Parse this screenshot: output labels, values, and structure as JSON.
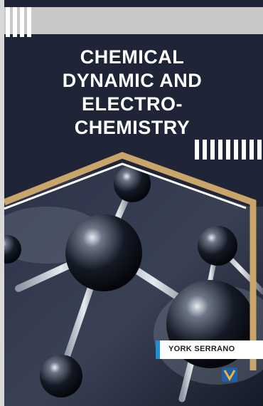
{
  "book": {
    "title_lines": [
      "CHEMICAL",
      "DYNAMIC AND",
      "ELECTRO-",
      "CHEMISTRY"
    ],
    "author": "YORK SERRANO"
  },
  "colors": {
    "background": "#1f2536",
    "accent_gold": "#c9a56a",
    "accent_blue": "#1e8fd0",
    "band_gray": "#c8c8c8"
  },
  "icons": {
    "publisher_logo": "publisher-logo-icon",
    "molecule": "molecule-illustration"
  }
}
